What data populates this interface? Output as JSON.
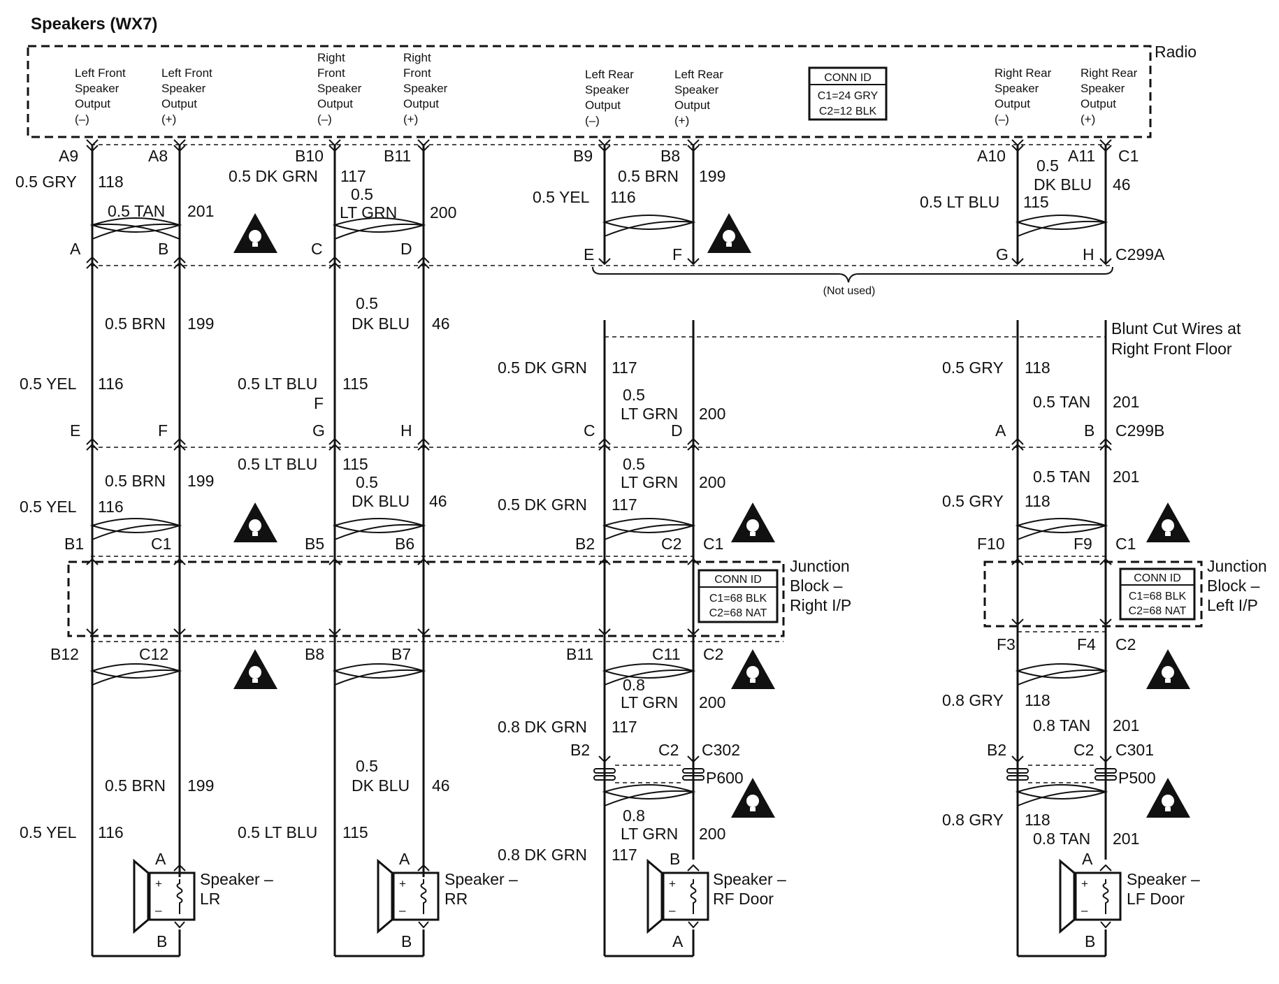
{
  "title": "Speakers (WX7)",
  "radio": {
    "name": "Radio",
    "conn_id_title": "CONN ID",
    "conn_id_c1": "C1=24 GRY",
    "conn_id_c2": "C2=12 BLK",
    "outputs": [
      [
        "Left Front",
        "Speaker",
        "Output",
        "(–)"
      ],
      [
        "Left Front",
        "Speaker",
        "Output",
        "(+)"
      ],
      [
        "Right",
        "Front",
        "Speaker",
        "Output",
        "(–)"
      ],
      [
        "Right",
        "Front",
        "Speaker",
        "Output",
        "(+)"
      ],
      [
        "Left Rear",
        "Speaker",
        "Output",
        "(–)"
      ],
      [
        "Left Rear",
        "Speaker",
        "Output",
        "(+)"
      ],
      [
        "Right Rear",
        "Speaker",
        "Output",
        "(–)"
      ],
      [
        "Right Rear",
        "Speaker",
        "Output",
        "(+)"
      ]
    ],
    "pins": [
      "A9",
      "A8",
      "B10",
      "B11",
      "B9",
      "B8",
      "A10",
      "A11",
      "C1"
    ]
  },
  "radio_wires": [
    "0.5 GRY",
    "118",
    "0.5 TAN",
    "201",
    "0.5 DK GRN",
    "117",
    "0.5",
    "LT GRN",
    "200",
    "0.5 BRN",
    "199",
    "0.5 YEL",
    "116",
    "0.5",
    "DK BLU",
    "46",
    "0.5 LT BLU",
    "115"
  ],
  "c299a": {
    "name": "C299A",
    "pins": [
      "A",
      "B",
      "C",
      "D",
      "E",
      "F",
      "G",
      "H"
    ],
    "not_used": "(Not used)"
  },
  "mid_wires": [
    "0.5 BRN",
    "199",
    "0.5",
    "DK BLU",
    "46",
    "0.5 YEL",
    "116",
    "0.5 LT BLU",
    "115",
    "F"
  ],
  "blunt_cut": {
    "line1": "Blunt Cut Wires at",
    "line2": "Right Front Floor",
    "wires": [
      "0.5 DK GRN",
      "117",
      "0.5",
      "LT GRN",
      "200",
      "0.5 GRY",
      "118",
      "0.5 TAN",
      "201"
    ]
  },
  "c299b": {
    "name": "C299B",
    "pins": [
      "E",
      "F",
      "G",
      "H",
      "C",
      "D",
      "A",
      "B"
    ]
  },
  "jb_wires": [
    "0.5 BRN",
    "199",
    "0.5 YEL",
    "116",
    "0.5 LT BLU",
    "115",
    "0.5",
    "DK BLU",
    "46",
    "0.5",
    "LT GRN",
    "200",
    "0.5 DK GRN",
    "117",
    "0.5 TAN",
    "201",
    "0.5 GRY",
    "118"
  ],
  "jb_right": {
    "name_lines": [
      "Junction",
      "Block –",
      "Right I/P"
    ],
    "conn_id_title": "CONN ID",
    "conn_id_c1": "C1=68 BLK",
    "conn_id_c2": "C2=68 NAT",
    "top_pins": [
      "B1",
      "C1",
      "B5",
      "B6",
      "B2",
      "C2",
      "C1"
    ],
    "bottom_pins": [
      "B12",
      "C12",
      "B8",
      "B7",
      "B11",
      "C11",
      "C2"
    ]
  },
  "jb_left": {
    "name_lines": [
      "Junction",
      "Block –",
      "Left I/P"
    ],
    "conn_id_title": "CONN ID",
    "conn_id_c1": "C1=68 BLK",
    "conn_id_c2": "C2=68 NAT",
    "top_pins": [
      "F10",
      "F9",
      "C1"
    ],
    "bottom_pins": [
      "F3",
      "F4",
      "C2"
    ]
  },
  "lower_wires": {
    "rf": [
      "0.8",
      "LT GRN",
      "200",
      "0.8 DK GRN",
      "117",
      "0.8",
      "LT GRN",
      "200",
      "0.8 DK GRN",
      "117"
    ],
    "lf": [
      "0.8 GRY",
      "118",
      "0.8 TAN",
      "201",
      "0.8 GRY",
      "118",
      "0.8 TAN",
      "201"
    ],
    "lr": [
      "0.5 BRN",
      "199",
      "0.5 YEL",
      "116"
    ],
    "rr": [
      "0.5",
      "DK BLU",
      "46",
      "0.5 LT BLU",
      "115"
    ]
  },
  "connectors": {
    "c302": "C302",
    "p600": "P600",
    "c302_pins": [
      "B2",
      "C2"
    ],
    "c301": "C301",
    "p500": "P500",
    "c301_pins": [
      "B2",
      "C2"
    ]
  },
  "speakers": [
    {
      "line1": "Speaker –",
      "line2": "LR",
      "top": "A",
      "bottom": "B"
    },
    {
      "line1": "Speaker –",
      "line2": "RR",
      "top": "A",
      "bottom": "B"
    },
    {
      "line1": "Speaker –",
      "line2": "RF Door",
      "top": "B",
      "bottom": "A"
    },
    {
      "line1": "Speaker –",
      "line2": "LF Door",
      "top": "A",
      "bottom": "B"
    }
  ],
  "speaker_terminals": {
    "plus": "+",
    "minus": "–"
  }
}
